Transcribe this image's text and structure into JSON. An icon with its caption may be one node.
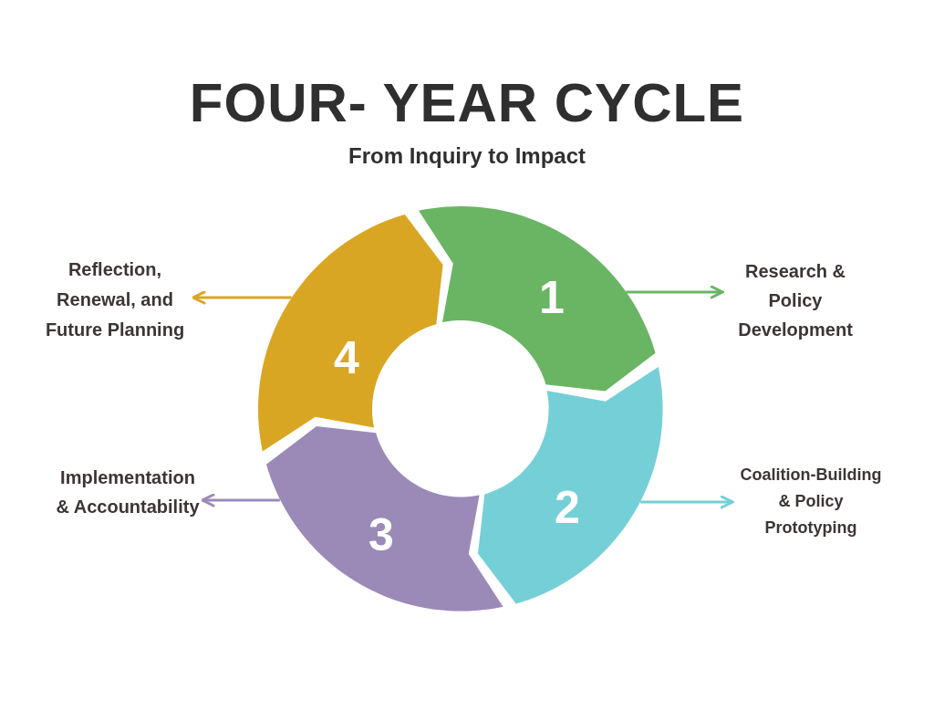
{
  "diagram": {
    "title": "FOUR- YEAR CYCLE",
    "caption": "From Inquiry to Impact",
    "nodes": [
      {
        "text": [
          "1"
        ]
      },
      {
        "text": [
          "2"
        ]
      },
      {
        "text": [
          "3"
        ]
      },
      {
        "text": [
          "4"
        ]
      },
      {
        "text": [
          "Research & Policy Development"
        ]
      },
      {
        "text": [
          "Coalition-Building & Policy Prototyping"
        ]
      },
      {
        "text": [
          "Implementation & Accountability"
        ]
      },
      {
        "text": [
          "Reflection, Renewal, and Future Planning"
        ]
      }
    ],
    "edges": [
      {
        "from": 0,
        "to": 4,
        "arrow": "to",
        "color": "#6ab563"
      },
      {
        "from": 1,
        "to": 5,
        "arrow": "to",
        "color": "#74d0d6"
      },
      {
        "from": 2,
        "to": 6,
        "arrow": "to",
        "color": "#9b8ab8"
      },
      {
        "from": 3,
        "to": 7,
        "arrow": "to",
        "color": "#d9a624"
      }
    ]
  }
}
